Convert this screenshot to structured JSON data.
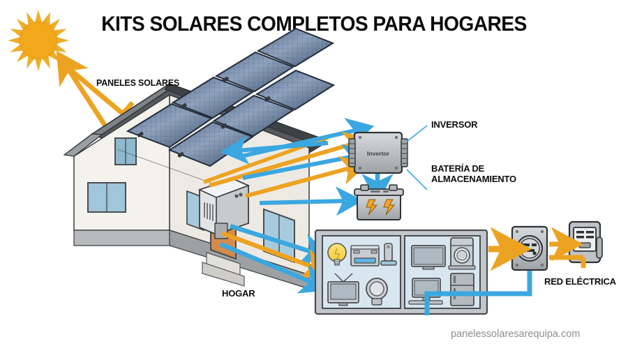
{
  "page": {
    "title": "KITS SOLARES COMPLETOS PARA HOGARES",
    "watermark": "panelessolaresarequipa.com",
    "background": "#ffffff"
  },
  "colors": {
    "arrow_blue": "#3BA7E0",
    "arrow_orange": "#EDA322",
    "sun": "#F0A81E",
    "title_text": "#0a0a0a",
    "label_text": "#0d0d0d",
    "watermark_text": "#8e8e8e",
    "house_wall": "#F2F0EB",
    "house_roof": "#5A5E63",
    "house_door": "#D38B4E",
    "window_glass": "#AFD4E8",
    "panel_blue": "#3E5370",
    "device_gray": "#B9BDC0",
    "room_fill": "#D8E6F0"
  },
  "labels": {
    "paneles_solares": "PANELES SOLARES",
    "inversor": "INVERSOR",
    "bateria": "BATERÍA DE\nALMACENAMIENTO",
    "hogar": "HOGAR",
    "red_electrica": "RED ELÉCTRICA"
  },
  "components": {
    "sun": {
      "name": "sun",
      "rays": 16
    },
    "solar_panels": {
      "name": "solar-panels",
      "rows": 2,
      "columns": 4,
      "count": 8
    },
    "house": {
      "name": "house",
      "windows": 4,
      "doors": 1
    },
    "wall_box": {
      "name": "house-electrical-box"
    },
    "inverter": {
      "name": "inverter",
      "text": "Invertor"
    },
    "battery": {
      "name": "storage-battery",
      "bolts": 2
    },
    "meter": {
      "name": "electric-meter"
    },
    "grid_panel": {
      "name": "utility-grid-panel"
    },
    "appliances": {
      "name": "home-appliances",
      "rooms": [
        {
          "name": "room-left",
          "items": [
            "light-bulb",
            "microwave",
            "router",
            "crt-tv",
            "fan"
          ]
        },
        {
          "name": "room-right",
          "items": [
            "flat-tv",
            "washing-machine",
            "desktop-computer",
            "refrigerator"
          ]
        }
      ]
    }
  },
  "flows": [
    {
      "from": "sun",
      "to": "solar-panels",
      "color": "#EDA322"
    },
    {
      "from": "solar-panels",
      "to": "inverter",
      "color": "#3BA7E0"
    },
    {
      "from": "solar-panels",
      "to": "inverter",
      "color": "#EDA322"
    },
    {
      "from": "house",
      "to": "inverter",
      "color": "#3BA7E0"
    },
    {
      "from": "house",
      "to": "inverter",
      "color": "#EDA322"
    },
    {
      "from": "house",
      "to": "battery",
      "color": "#3BA7E0"
    },
    {
      "from": "inverter",
      "to": "battery",
      "color": "#3BA7E0"
    },
    {
      "from": "house",
      "to": "appliances",
      "color": "#3BA7E0"
    },
    {
      "from": "house",
      "to": "appliances",
      "color": "#EDA322"
    },
    {
      "from": "appliances",
      "to": "meter",
      "color": "#EDA322"
    },
    {
      "from": "meter",
      "to": "grid-panel",
      "color": "#EDA322"
    },
    {
      "from": "meter",
      "to": "appliances",
      "color": "#3BA7E0"
    }
  ]
}
